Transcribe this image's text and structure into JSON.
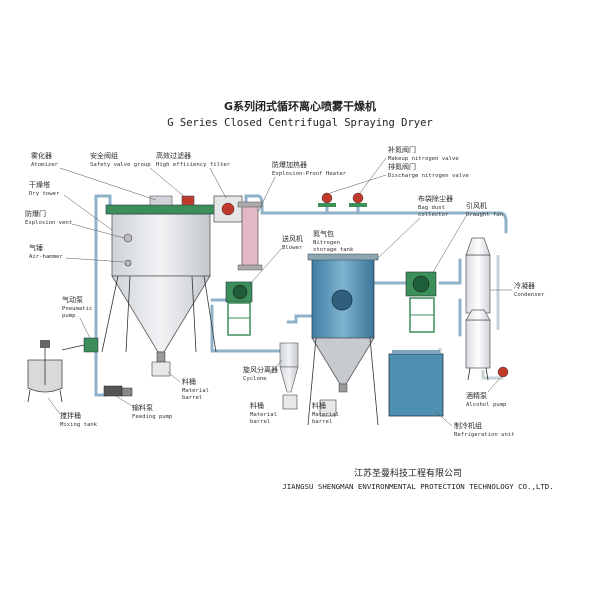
{
  "title": {
    "zh": "G系列闭式循环离心喷雾干燥机",
    "en": "G Series Closed Centrifugal Spraying Dryer"
  },
  "company": {
    "zh": "江苏圣曼科技工程有限公司",
    "en": "JIANGSU SHENGMAN ENVIRONMENTAL PROTECTION TECHNOLOGY CO.,LTD."
  },
  "labels": {
    "atomizer": {
      "zh": "雾化器",
      "en": "Atomizer"
    },
    "safety_valve": {
      "zh": "安全阀组",
      "en": "Safety valve group"
    },
    "filter": {
      "zh": "高效过滤器",
      "en": "High efficiency filter"
    },
    "heater": {
      "zh": "防爆加热器",
      "en": "Explosion-Proof Heater"
    },
    "makeup_valve": {
      "zh": "补氮阀门",
      "en": "Makeup nitrogen valve"
    },
    "discharge_valve": {
      "zh": "排氮阀门",
      "en": "Discharge nitrogen valve"
    },
    "dry_tower": {
      "zh": "干燥塔",
      "en": "Dry tower"
    },
    "explosion_vent": {
      "zh": "防爆门",
      "en": "Explosion vent"
    },
    "air_hammer": {
      "zh": "气锤",
      "en": "Air-hammer"
    },
    "pneumatic_pump": {
      "zh": "气动泵",
      "en1": "Pneumatic",
      "en2": "pump"
    },
    "mixing_tank": {
      "zh": "搅拌桶",
      "en": "Mixing tank"
    },
    "feeding_pump": {
      "zh": "输料泵",
      "en": "Feeding pump"
    },
    "material_barrel_1": {
      "zh": "料桶",
      "en1": "Material",
      "en2": "barrel"
    },
    "blower": {
      "zh": "送风机",
      "en": "Blower"
    },
    "nitrogen_tank": {
      "zh": "氮气包",
      "en1": "Nitrogen",
      "en2": "storage tank"
    },
    "bag_collector": {
      "zh": "布袋除尘器",
      "en1": "Bag dust",
      "en2": "collector"
    },
    "draught_fan": {
      "zh": "引风机",
      "en": "Draught fan"
    },
    "condenser": {
      "zh": "冷凝器",
      "en": "Condenser"
    },
    "cyclone": {
      "zh": "旋风分离器",
      "en": "Cyclone"
    },
    "material_barrel_2": {
      "zh": "料桶",
      "en1": "Material",
      "en2": "barrel"
    },
    "material_barrel_3": {
      "zh": "料桶",
      "en1": "Material",
      "en2": "barrel"
    },
    "alcohol_pump": {
      "zh": "酒精泵",
      "en": "Alcohol pump"
    },
    "refrigeration": {
      "zh": "制冷机组",
      "en": "Refrigeration unit"
    }
  },
  "colors": {
    "pipe": "#8fb2c9",
    "tower": "#dfe2e6",
    "tank": "#4f8fb0",
    "heater": "#e3b7c8",
    "green": "#3d8f5a",
    "red": "#c0392b"
  }
}
